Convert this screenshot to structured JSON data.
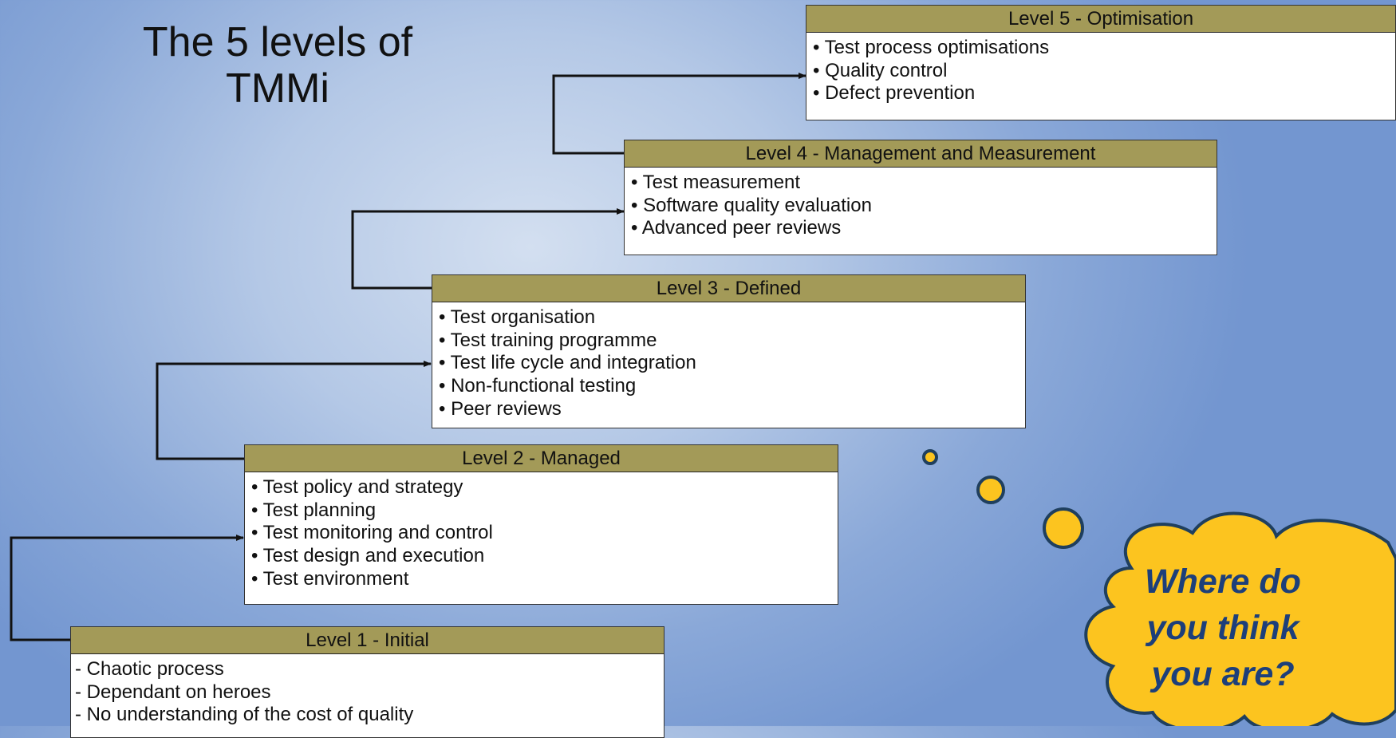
{
  "title": {
    "line1": "The 5 levels of",
    "line2": "TMMi"
  },
  "levels": [
    {
      "header": "Level 5 - Optimisation",
      "items": [
        "• Test process optimisations",
        "• Quality control",
        "• Defect prevention"
      ]
    },
    {
      "header": "Level 4 - Management and Measurement",
      "items": [
        "• Test measurement",
        "• Software quality evaluation",
        "• Advanced peer reviews"
      ]
    },
    {
      "header": "Level 3 - Defined",
      "items": [
        "• Test organisation",
        "• Test training programme",
        "• Test life cycle and integration",
        "• Non-functional testing",
        "• Peer reviews"
      ]
    },
    {
      "header": "Level 2 - Managed",
      "items": [
        "• Test policy and strategy",
        "• Test planning",
        "• Test monitoring and control",
        "• Test design and execution",
        "• Test environment"
      ]
    },
    {
      "header": "Level 1 - Initial",
      "items": [
        "- Chaotic process",
        "- Dependant on heroes",
        "- No understanding of the cost of quality"
      ]
    }
  ],
  "callout": {
    "line1": "Where do",
    "line2": "you think",
    "line3": "you are?"
  },
  "colors": {
    "header_fill": "#a39a58",
    "cloud_fill": "#fcc41f",
    "cloud_outline": "#1f3f5e",
    "callout_text": "#1d3f7a"
  }
}
